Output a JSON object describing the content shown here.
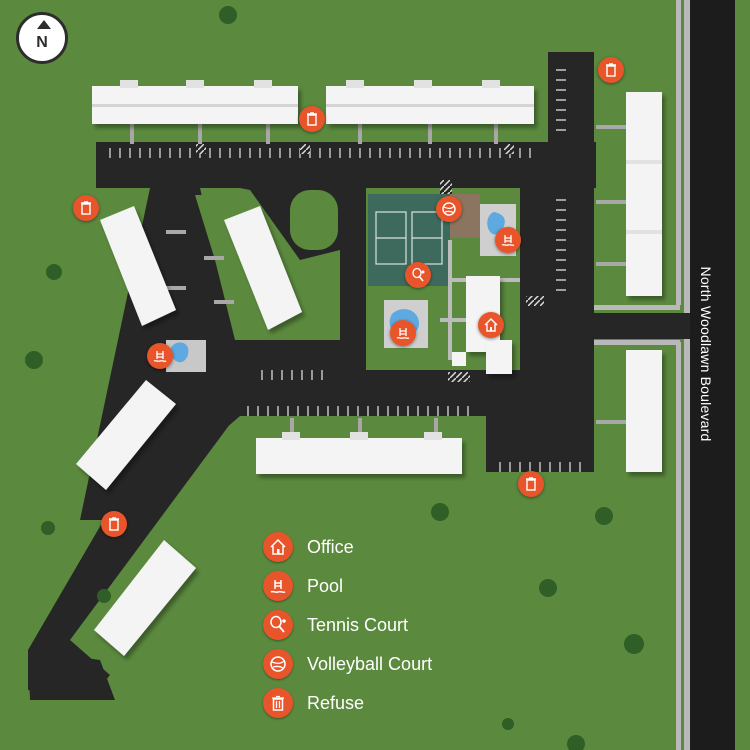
{
  "road": {
    "name": "North Woodlawn Boulevard"
  },
  "compass": {
    "label": "N"
  },
  "legend": [
    {
      "label": "Office",
      "icon": "office-icon"
    },
    {
      "label": "Pool",
      "icon": "pool-icon"
    },
    {
      "label": "Tennis Court",
      "icon": "tennis-icon"
    },
    {
      "label": "Volleyball Court",
      "icon": "volleyball-icon"
    },
    {
      "label": "Refuse",
      "icon": "refuse-icon"
    }
  ],
  "colors": {
    "grass": "#5b8a3e",
    "asphalt": "#262626",
    "marker": "#e8552b",
    "tennis_court": "#3e6a5d",
    "building": "#f4f4f4"
  }
}
